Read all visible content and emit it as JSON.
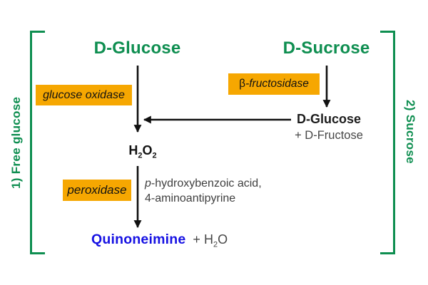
{
  "colors": {
    "green": "#0e8e50",
    "orange": "#f6a701",
    "blue": "#1611e3",
    "dark_text": "#1c1c1c",
    "gray_text": "#474747"
  },
  "groups": {
    "left_label": "1) Free glucose",
    "right_label": "2) Sucrose"
  },
  "glucose_pathway": {
    "substrate": "D-Glucose",
    "enzyme1": "glucose oxidase",
    "h2o2": {
      "p0": "H",
      "s0": "2",
      "p1": "O",
      "s1": "2"
    },
    "enzyme2": "peroxidase",
    "reagent_line1_italic": "p",
    "reagent_line1": "-hydroxybenzoic acid,",
    "reagent_line2": "4-aminoantipyrine",
    "product": "Quinoneimine",
    "water": {
      "plus": "+ ",
      "p0": "H",
      "s0": "2",
      "p1": "O"
    }
  },
  "sucrose_pathway": {
    "substrate": "D-Sucrose",
    "enzyme_symbol": "β",
    "enzyme_name": "-fructosidase",
    "product1": "D-Glucose",
    "product2": "+ D-Fructose"
  }
}
